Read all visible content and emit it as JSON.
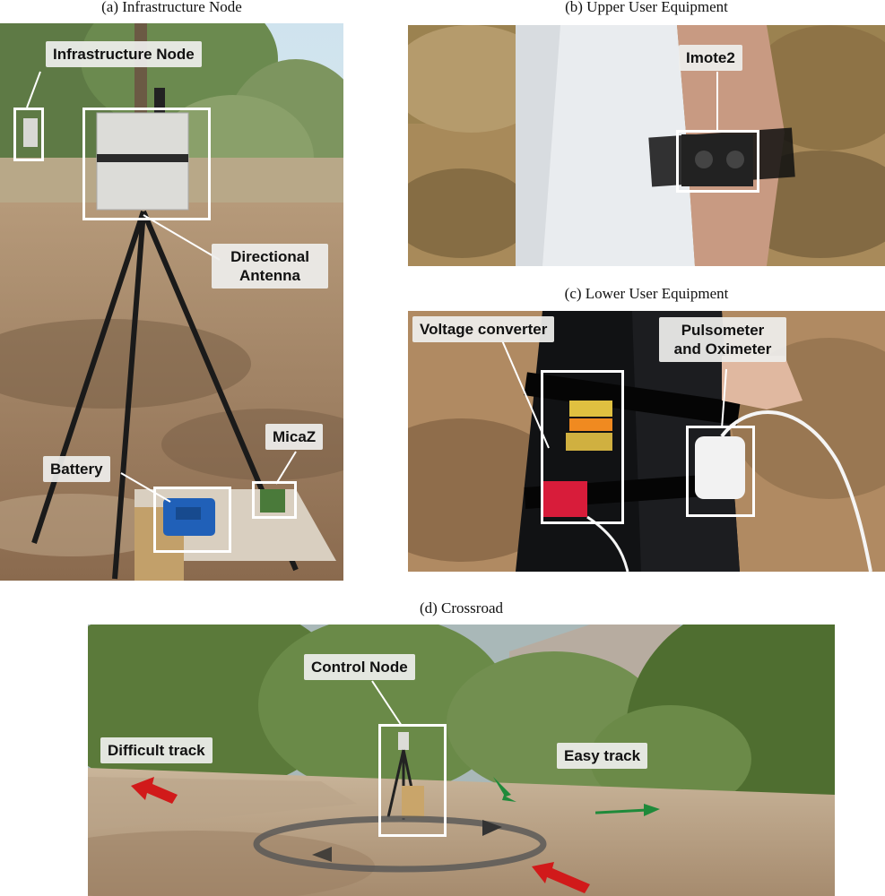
{
  "captions": {
    "a": "(a)  Infrastructure Node",
    "b": "(b)  Upper User Equipment",
    "c": "(c)  Lower User Equipment",
    "d": "(d)  Crossroad"
  },
  "labels": {
    "infrastructure_node": "Infrastructure Node",
    "directional_antenna_1": "Directional",
    "directional_antenna_2": "Antenna",
    "micaz": "MicaZ",
    "battery": "Battery",
    "imote2": "Imote2",
    "voltage_converter": "Voltage converter",
    "pulsometer_1": "Pulsometer",
    "pulsometer_2": "and Oximeter",
    "control_node": "Control Node",
    "difficult_track": "Difficult track",
    "easy_track": "Easy track"
  },
  "colors": {
    "arrow_red": "#d11a1a",
    "arrow_green": "#1f8a3a",
    "highlight": "#ffffff",
    "label_bg": "#eeeeec"
  }
}
